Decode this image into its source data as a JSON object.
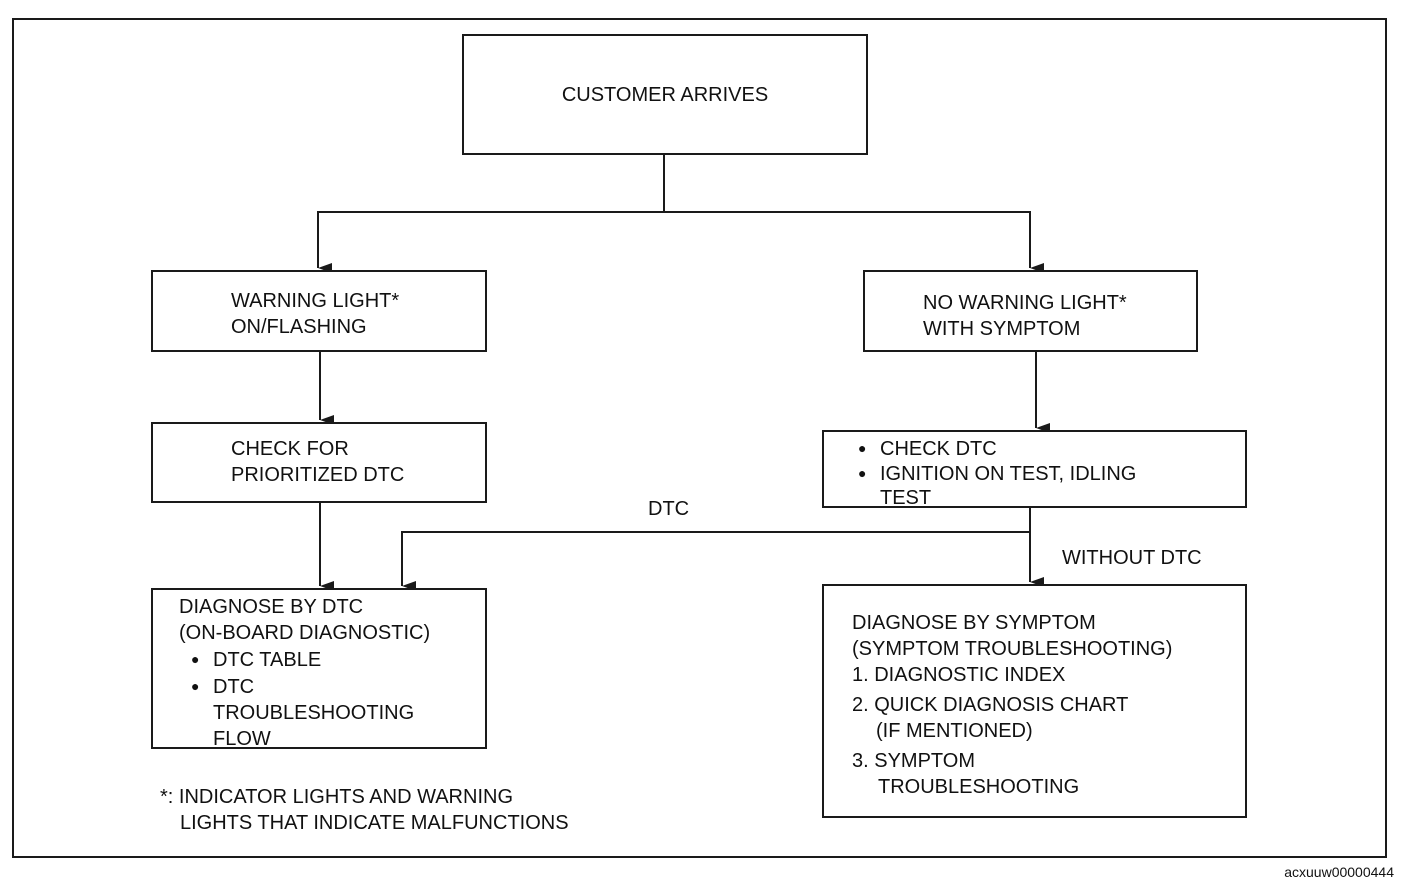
{
  "nodes": {
    "customer_arrives": "CUSTOMER ARRIVES",
    "warning_light": [
      "WARNING LIGHT*",
      "ON/FLASHING"
    ],
    "no_warning_light": [
      "NO WARNING LIGHT*",
      "WITH SYMPTOM"
    ],
    "check_prioritized": [
      "CHECK FOR",
      "PRIORITIZED DTC"
    ],
    "check_dtc": {
      "items": [
        "CHECK DTC",
        "IGNITION ON TEST, IDLING"
      ],
      "continuation": "TEST"
    },
    "diagnose_dtc": {
      "title": [
        "DIAGNOSE BY DTC",
        "(ON-BOARD DIAGNOSTIC)"
      ],
      "items": [
        "DTC TABLE",
        "DTC"
      ],
      "continuation": [
        "TROUBLESHOOTING",
        "FLOW"
      ]
    },
    "diagnose_symptom": {
      "title": [
        "DIAGNOSE BY SYMPTOM",
        "(SYMPTOM TROUBLESHOOTING)"
      ],
      "items": [
        "1. DIAGNOSTIC INDEX",
        "2. QUICK DIAGNOSIS CHART",
        "(IF MENTIONED)",
        "3. SYMPTOM",
        "TROUBLESHOOTING"
      ]
    }
  },
  "edge_labels": {
    "dtc": "DTC",
    "without_dtc": "WITHOUT DTC"
  },
  "footnote": [
    "*: INDICATOR LIGHTS AND WARNING",
    "LIGHTS THAT INDICATE MALFUNCTIONS"
  ],
  "figure_id": "acxuuw00000444"
}
